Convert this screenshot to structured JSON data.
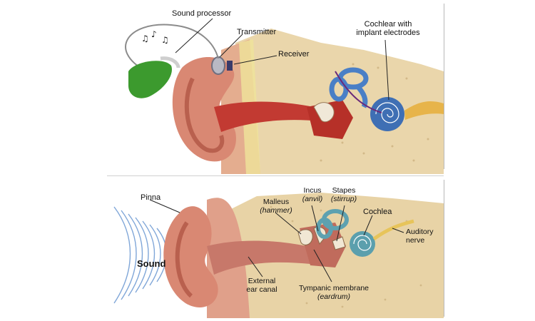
{
  "colors": {
    "skin": "#d98873",
    "skin_dark": "#b9604e",
    "bone": "#e8d3a6",
    "canal": "#c23a32",
    "cochlea_blue": "#4a7fc6",
    "processor_green": "#3c9a2e"
  },
  "top": {
    "labels": {
      "sound_processor": "Sound processor",
      "transmitter": "Transmitter",
      "receiver": "Receiver",
      "cochlear_line1": "Cochlear with",
      "cochlear_line2": "implant electrodes"
    }
  },
  "bottom": {
    "labels": {
      "pinna": "Pinna",
      "sound": "Sound",
      "incus": "Incus",
      "incus_sub": "(anvil)",
      "malleus": "Malleus",
      "malleus_sub": "(hammer)",
      "stapes": "Stapes",
      "stapes_sub": "(stirrup)",
      "cochlea": "Cochlea",
      "auditory_line1": "Auditory",
      "auditory_line2": "nerve",
      "external_line1": "External",
      "external_line2": "ear canal",
      "tympanic": "Tympanic membrane",
      "tympanic_sub": "(eardrum)"
    }
  }
}
